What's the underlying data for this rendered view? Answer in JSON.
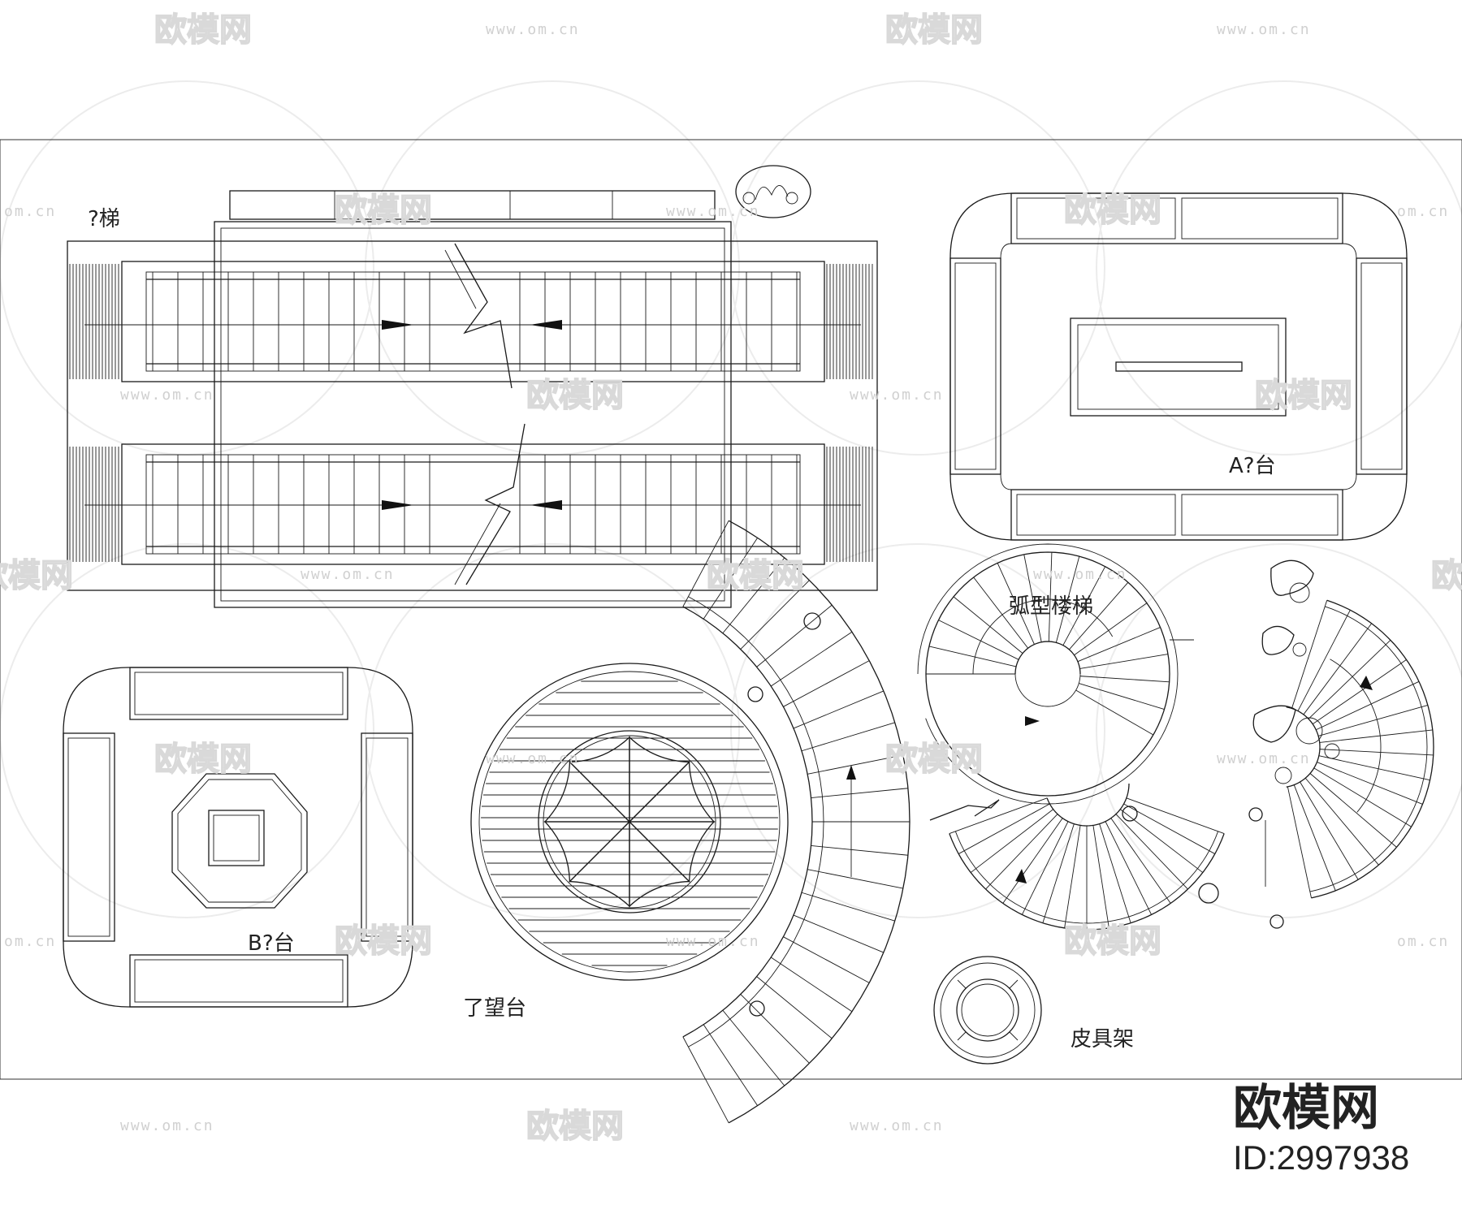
{
  "labels": {
    "escalator": "?梯",
    "platform_a": "A?台",
    "platform_b": "B?台",
    "lookout": "了望台",
    "arc_stair": "弧型楼梯",
    "shoe_rack": "皮具架"
  },
  "watermark": {
    "text": "欧模网",
    "url": "www.om.cn",
    "url_short": "om.cn"
  },
  "brand": {
    "name": "欧模网",
    "id": "ID:2997938"
  }
}
